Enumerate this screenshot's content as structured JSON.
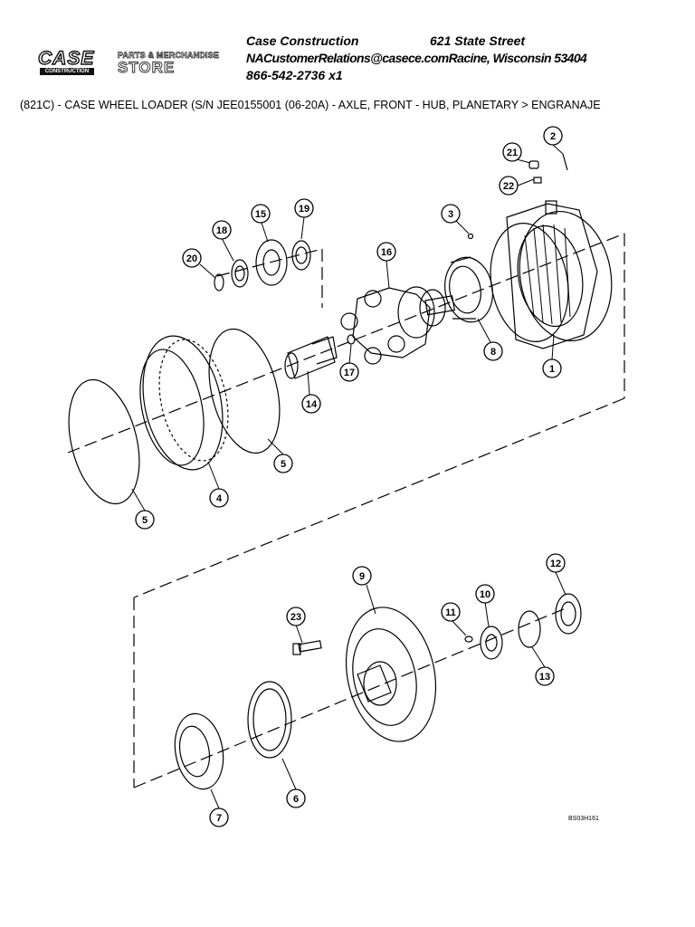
{
  "header": {
    "company": "Case Construction",
    "address": "621 State Street",
    "email_city": "NACustomerRelations@casece.comRacine, Wisconsin 53404",
    "phone": "866-542-2736 x1"
  },
  "logo": {
    "brand": "CASE",
    "sub": "CONSTRUCTION",
    "store_top": "PARTS & MERCHANDISE",
    "store_main": "STORE"
  },
  "breadcrumb": "(821C) - CASE WHEEL LOADER (S/N JEE0155001 (06-20A) - AXLE, FRONT - HUB, PLANETARY > ENGRANAJE",
  "diagram": {
    "drawing_code": "BS03H161",
    "callouts": [
      "21",
      "2",
      "22",
      "3",
      "15",
      "19",
      "18",
      "20",
      "16",
      "8",
      "1",
      "17",
      "14",
      "4",
      "5",
      "5",
      "9",
      "12",
      "10",
      "11",
      "23",
      "13",
      "6",
      "7"
    ]
  }
}
